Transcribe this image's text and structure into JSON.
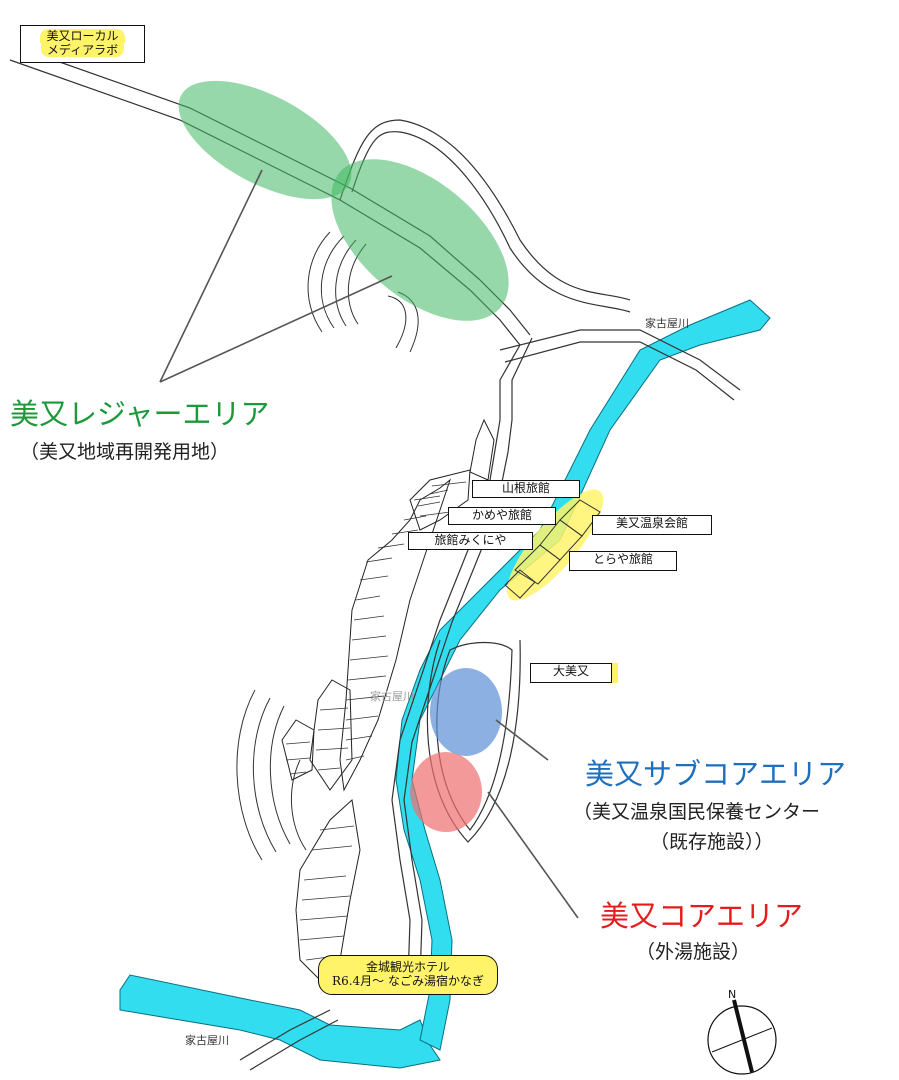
{
  "areas": {
    "leisure": {
      "title": "美又レジャーエリア",
      "subtitle": "（美又地域再開発用地）",
      "color": "#1a9a3a"
    },
    "subcore": {
      "title": "美又サブコアエリア",
      "subtitle": "（美又温泉国民保養センター",
      "subtitle2": "（既存施設））",
      "color": "#1f6fc0"
    },
    "core": {
      "title": "美又コアエリア",
      "subtitle": "（外湯施設）",
      "color": "#e51c1c"
    }
  },
  "places": {
    "local_media_lab_line1": "美又ローカル",
    "local_media_lab_line2": "メディアラボ",
    "yamane_ryokan": "山根旅館",
    "kameya_ryokan": "かめや旅館",
    "ryokan_mikuniya": "旅館みくにや",
    "onsen_kaikan": "美又温泉会館",
    "toraya_ryokan": "とらや旅館",
    "omimata": "大美又",
    "kinjo_hotel_line1": "金城観光ホテル",
    "kinjo_hotel_line2": "R6.4月～ なごみ湯宿かなぎ"
  },
  "rivers": {
    "upper": "家古屋川",
    "lower": "家古屋川",
    "faint": "家古屋川"
  },
  "compass": {
    "north": "N"
  },
  "colors": {
    "river": "#33ddf0",
    "highlight": "#fff36a",
    "leisure_zone": "#3fb863",
    "subcore_zone": "#5b8ed4",
    "core_zone": "#f06d6d"
  }
}
